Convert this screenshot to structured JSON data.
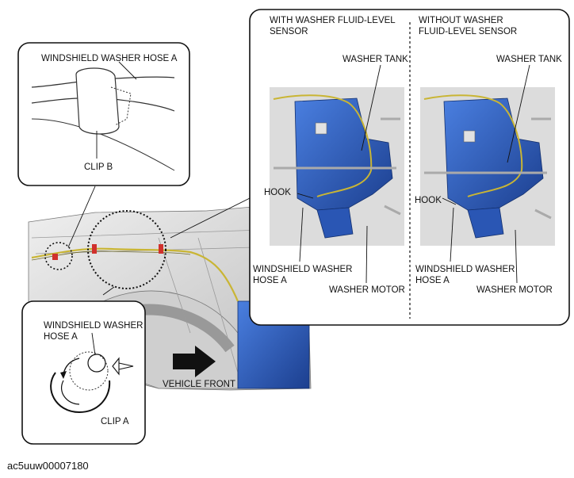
{
  "labels": {
    "hose_top_callout": "WINDSHIELD WASHER HOSE A",
    "clip_b": "CLIP B",
    "hose_clip_callout_line1": "WINDSHIELD WASHER",
    "hose_clip_callout_line2": "HOSE A",
    "clip_a": "CLIP A",
    "vehicle_front": "VEHICLE FRONT",
    "with_sensor_line1": "WITH WASHER FLUID-LEVEL",
    "with_sensor_line2": "SENSOR",
    "without_sensor_line1": "WITHOUT WASHER",
    "without_sensor_line2": "FLUID-LEVEL SENSOR",
    "washer_tank_left": "WASHER TANK",
    "washer_tank_right": "WASHER TANK",
    "hook_left": "HOOK",
    "hook_right": "HOOK",
    "hose_left_line1": "WINDSHIELD WASHER",
    "hose_left_line2": "HOSE A",
    "hose_right_line1": "WINDSHIELD WASHER",
    "hose_right_line2": "HOSE A",
    "motor_left": "WASHER MOTOR",
    "motor_right": "WASHER MOTOR"
  },
  "figure_id": "ac5uuw00007180",
  "colors": {
    "tank_blue": "#2f62c8",
    "tank_dark": "#1c3f8f",
    "hose_yellow": "#c9b534",
    "clip_red": "#d0312d",
    "body_gray": "#d9d9d9"
  }
}
